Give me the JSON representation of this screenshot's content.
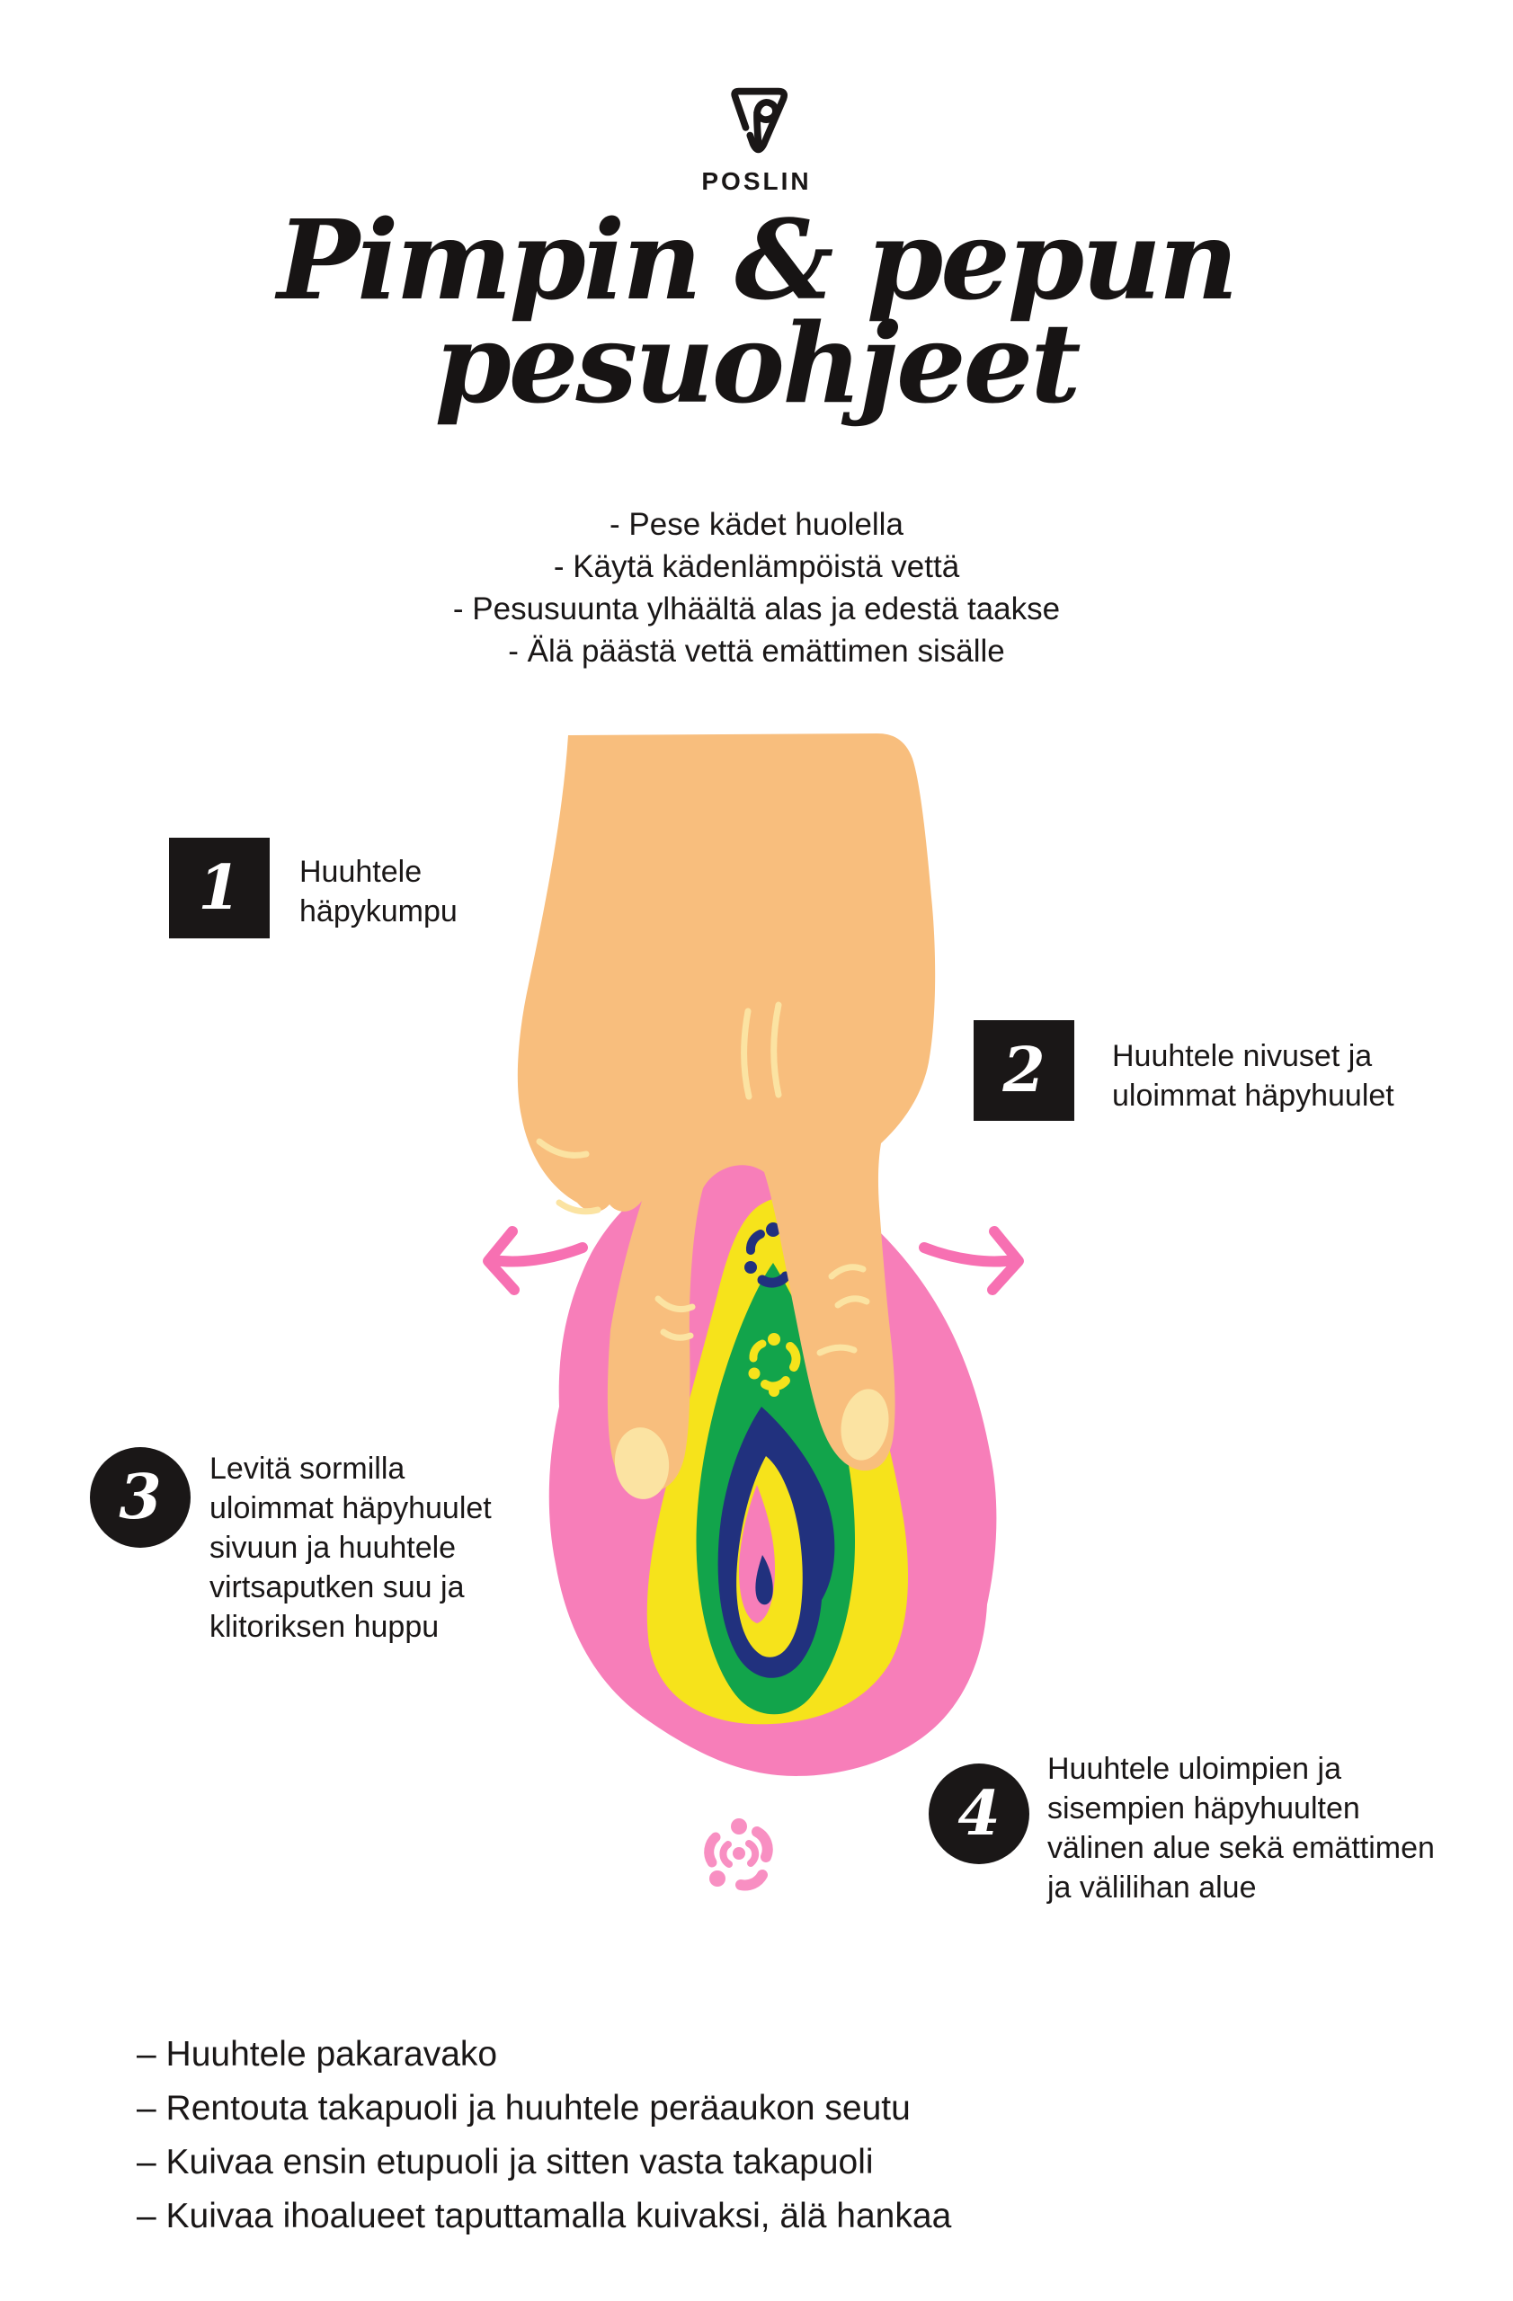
{
  "brand": {
    "wordmark": "POSLIN"
  },
  "title": {
    "line1": "Pimpin & pepun",
    "line2": "pesuohjeet"
  },
  "intro": {
    "items": [
      "- Pese kädet huolella",
      "- Käytä kädenlämpöistä vettä",
      "- Pesusuunta ylhäältä alas ja edestä taakse",
      "- Älä päästä vettä emättimen sisälle"
    ]
  },
  "steps": [
    {
      "number": "1",
      "badge_shape": "square",
      "lines": [
        "Huuhtele",
        "häpykumpu"
      ]
    },
    {
      "number": "2",
      "badge_shape": "square",
      "lines": [
        "Huuhtele nivuset ja",
        "uloimmat häpyhuulet"
      ]
    },
    {
      "number": "3",
      "badge_shape": "circle",
      "lines": [
        "Levitä sormilla",
        "uloimmat häpyhuulet",
        "sivuun ja huuhtele",
        "virtsaputken suu ja",
        "klitoriksen huppu"
      ]
    },
    {
      "number": "4",
      "badge_shape": "circle",
      "lines": [
        "Huuhtele uloimpien ja",
        "sisempien häpyhuulten",
        "välinen alue sekä emättimen",
        "ja välilihan alue"
      ]
    }
  ],
  "footer": {
    "items": [
      "– Huuhtele pakaravako",
      "– Rentouta takapuoli ja huuhtele peräaukon seutu",
      "– Kuivaa ensin etupuoli ja sitten vasta takapuoli",
      "– Kuivaa ihoalueet taputtamalla kuivaksi, älä hankaa"
    ]
  },
  "colors": {
    "ink": "#1A1717",
    "skin": "#F8BE7D",
    "nail": "#FBE3A2",
    "pink": "#F77EB9",
    "arrow_pink": "#F770B2",
    "flower_pink": "#F88FC2",
    "yellow": "#F6E31B",
    "green": "#12A44B",
    "navy": "#21317E",
    "white": "#FFFFFF"
  }
}
